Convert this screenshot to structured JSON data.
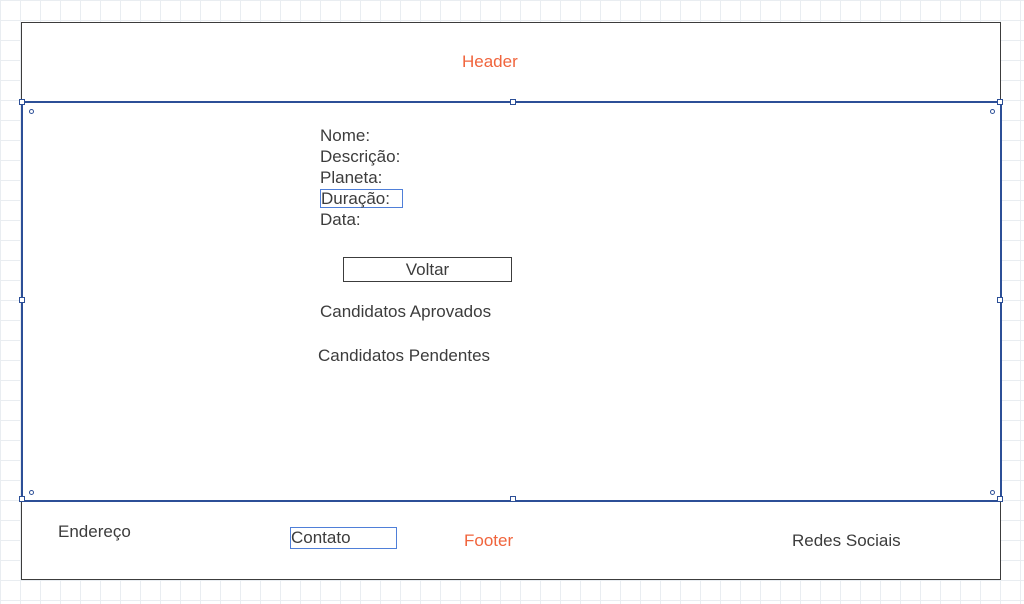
{
  "header": {
    "label": "Header"
  },
  "details": {
    "name_label": "Nome:",
    "description_label": "Descrição:",
    "planet_label": "Planeta:",
    "duration_label": "Duração:",
    "date_label": "Data:"
  },
  "actions": {
    "back_label": "Voltar",
    "approved_label": "Candidatos Aprovados",
    "pending_label": "Candidatos Pendentes"
  },
  "footer": {
    "address_label": "Endereço",
    "contact_label": "Contato",
    "footer_label": "Footer",
    "social_label": "Redes Sociais"
  },
  "colors": {
    "accent_label": "#f0643c",
    "selection": "#2c4f97",
    "text": "#3c3c3c"
  }
}
